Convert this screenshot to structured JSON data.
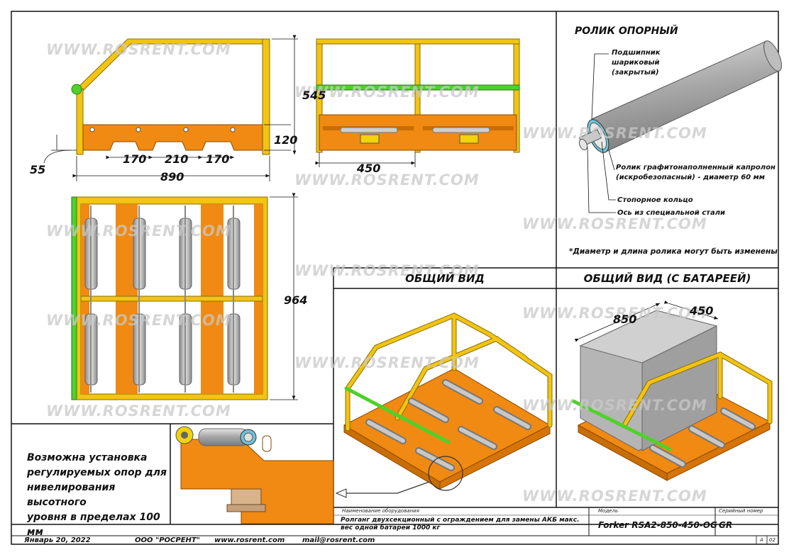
{
  "watermark": "WWW.ROSRENT.COM",
  "colors": {
    "frame": "#f2c413",
    "tray": "#f08a12",
    "rail": "#4fd12a",
    "roller": "#b9b9b9",
    "battery": "#b5b5b5"
  },
  "dimensions": {
    "side_height": "545",
    "side_low": "120",
    "side_offset": "55",
    "gap_left": "170",
    "gap_mid": "210",
    "gap_right": "170",
    "total_length": "890",
    "front_width": "450",
    "top_length": "964",
    "battery_length": "850",
    "battery_width": "450"
  },
  "roller_panel": {
    "title": "РОЛИК ОПОРНЫЙ",
    "callouts": {
      "bearing": [
        "Подшипник",
        "шариковый",
        "(закрытый)"
      ],
      "roller": [
        "Ролик графитонаполненный капролон",
        "(искробезопасный) - диаметр 60 мм"
      ],
      "ring": "Стопорное кольцо",
      "axle": "Ось из специальной стали"
    },
    "footnote": "*Диаметр и длина ролика могут быть изменены"
  },
  "views": {
    "general": "ОБЩИЙ ВИД",
    "with_battery": "ОБЩИЙ ВИД (С БАТАРЕЕЙ)"
  },
  "detail_note": [
    "Возможна установка",
    "регулируемых опор для",
    "нивелирования высотного",
    "уровня в пределах 100 мм"
  ],
  "title_block": {
    "equipment_header": "Наименование оборудования",
    "equipment_value": "Ролганг двухсекционный с ограждением  для замены АКБ макс. вес одной батареи 1000 кг",
    "model_header": "Модель",
    "model_value": "Forker RSA2-850-450-OG",
    "serial_header": "Серийный номер",
    "serial_value": "GR",
    "sheet_format": "A",
    "sheet_number": "02"
  },
  "footer": {
    "date": "Январь 20, 2022",
    "company": "ООО \"РОСРЕНТ\"",
    "site": "www.rosrent.com",
    "mail": "mail@rosrent.com"
  }
}
